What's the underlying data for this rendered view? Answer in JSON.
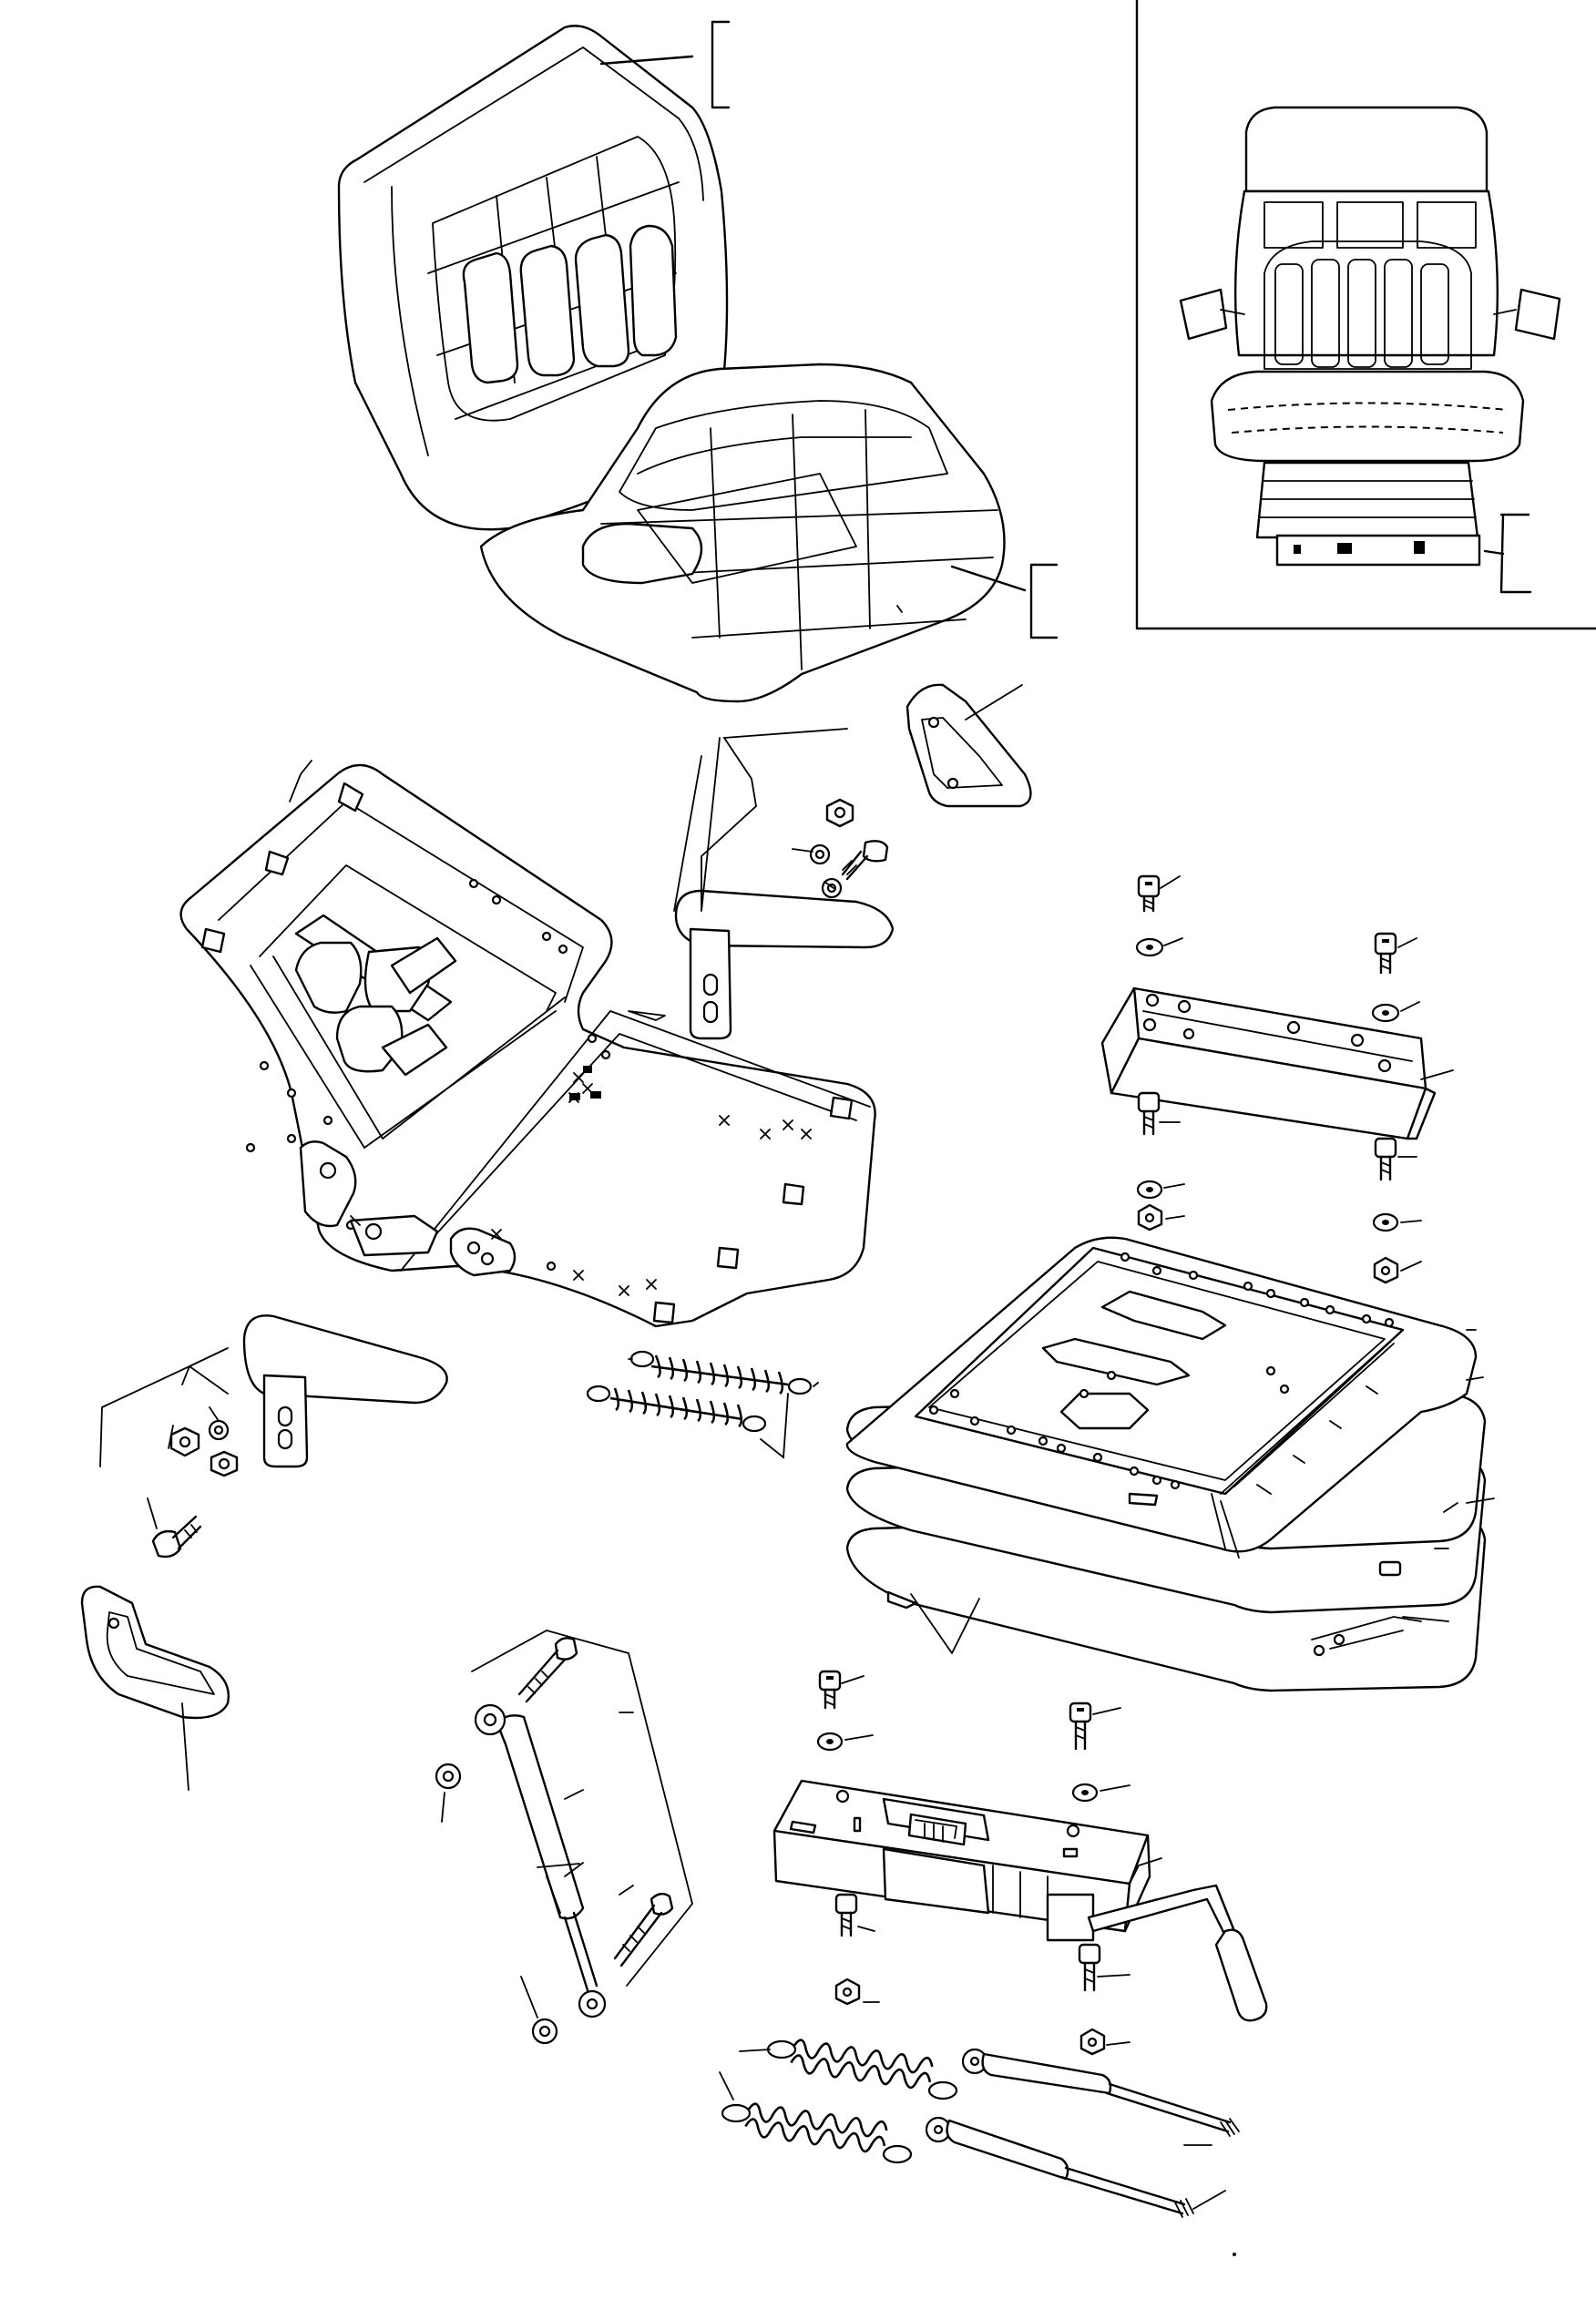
{
  "diagram": {
    "kind": "exploded parts diagram",
    "labels_printed": false,
    "callout_count": 46,
    "components": [
      "backrest-cushion",
      "seat-cushion",
      "assembled-seat-inset",
      "seat-frame",
      "right-armrest",
      "left-armrest",
      "side-cover-right",
      "side-cover-left",
      "upper-slide-rail",
      "suspension-bellows",
      "lower-slide-rail",
      "gas-spring-damper",
      "tension-springs",
      "gas-struts",
      "bolts",
      "washers",
      "nuts"
    ],
    "colors": {
      "line": "#000000",
      "background": "#ffffff"
    }
  }
}
